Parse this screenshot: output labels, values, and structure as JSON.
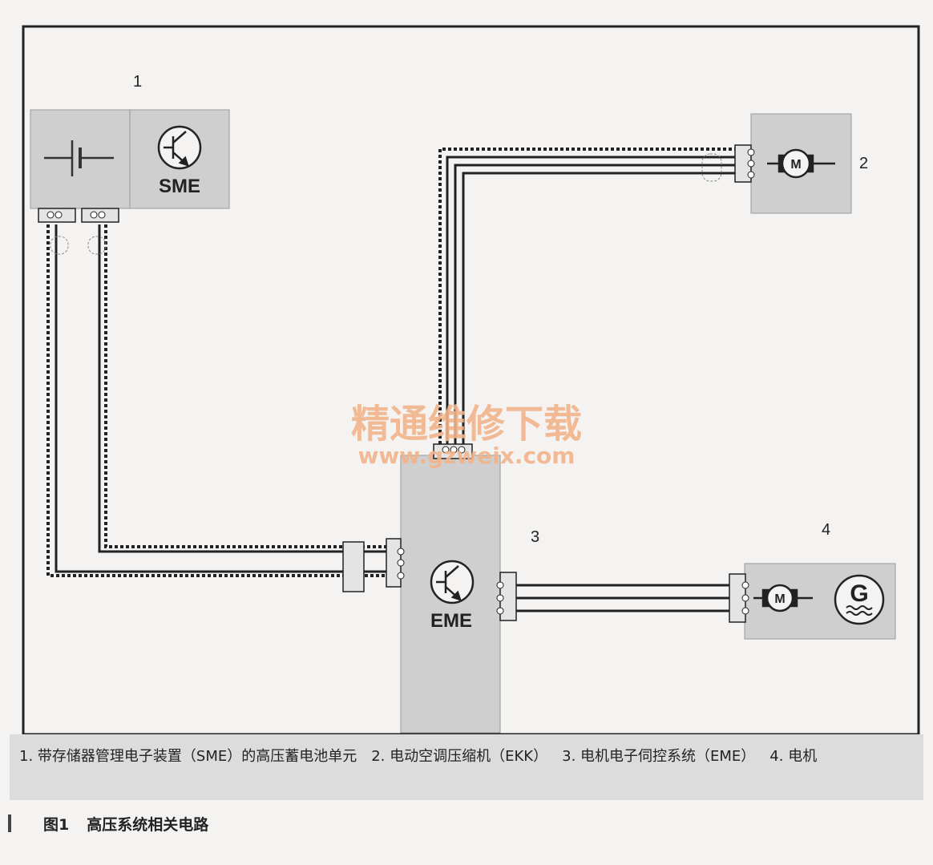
{
  "labels": {
    "n1": "1",
    "n2": "2",
    "n3": "3",
    "n4": "4"
  },
  "components": {
    "sme_text": "SME",
    "eme_text": "EME",
    "motor_letter": "M",
    "generator_letter": "G"
  },
  "watermark": {
    "line1": "精通维修下载",
    "line2": "www.gzweix.com"
  },
  "caption": {
    "item1": "1. 带存储器管理电子装置（SME）的高压蓄电池单元",
    "item2": "2. 电动空调压缩机（EKK）",
    "item3": "3. 电机电子伺控系统（EME）",
    "item4": "4. 电机"
  },
  "figure": {
    "number": "图1",
    "title": "高压系统相关电路"
  },
  "colors": {
    "box_fill": "#cfcfcf",
    "line": "#222222",
    "watermark": "#f2b48a"
  }
}
